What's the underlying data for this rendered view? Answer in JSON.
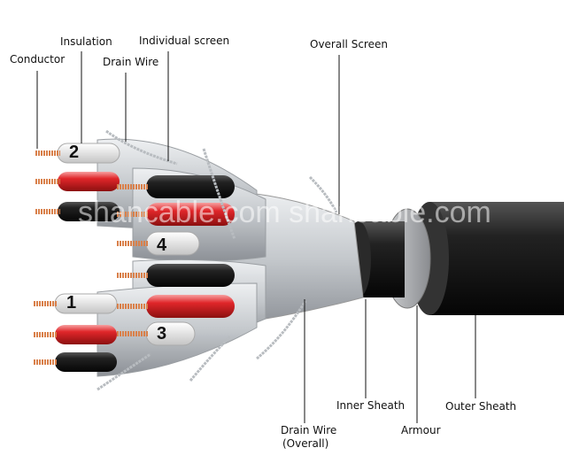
{
  "labels": {
    "conductor": "Conductor",
    "insulation": "Insulation",
    "drain_wire": "Drain Wire",
    "individual_screen": "Individual screen",
    "overall_screen": "Overall Screen",
    "inner_sheath": "Inner Sheath",
    "outer_sheath": "Outer Sheath",
    "armour": "Armour",
    "drain_wire_overall_line1": "Drain Wire",
    "drain_wire_overall_line2": "(Overall)"
  },
  "pair_numbers": [
    "1",
    "2",
    "3",
    "4"
  ],
  "watermark": "shancable.com   shancable.com",
  "colors": {
    "copper": "#d9804a",
    "red": "#e0262a",
    "black": "#1c1c1c",
    "white": "#f4f4f4",
    "screen": "#c8ccd0",
    "armour": "#a8aaae"
  }
}
